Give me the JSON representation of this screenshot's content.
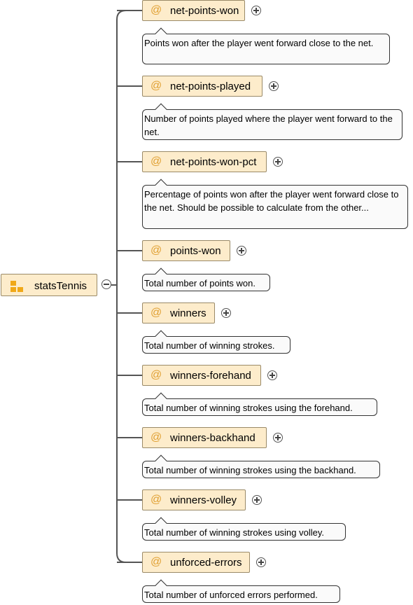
{
  "root": {
    "label": "statsTennis",
    "icon": "sequence-element-icon"
  },
  "attributes": [
    {
      "name": "net-points-won",
      "doc": "Points won after the player went forward close to the net."
    },
    {
      "name": "net-points-played",
      "doc": "Number of points played where the player went forward to the net."
    },
    {
      "name": "net-points-won-pct",
      "doc": "Percentage of points won after the player went forward close to the net. Should be possible to calculate from the other..."
    },
    {
      "name": "points-won",
      "doc": "Total number of points won."
    },
    {
      "name": "winners",
      "doc": "Total number of winning strokes."
    },
    {
      "name": "winners-forehand",
      "doc": "Total number of winning strokes using the forehand."
    },
    {
      "name": "winners-backhand",
      "doc": "Total number of winning strokes using the backhand."
    },
    {
      "name": "winners-volley",
      "doc": "Total number of winning strokes using volley."
    },
    {
      "name": "unforced-errors",
      "doc": "Total number of unforced errors performed."
    }
  ],
  "attribute_prefix": "@",
  "colors": {
    "box_fill": "#fdeccb",
    "box_border": "#9a8a68",
    "at_color": "#e0a033",
    "icon_color": "#f0a818"
  }
}
